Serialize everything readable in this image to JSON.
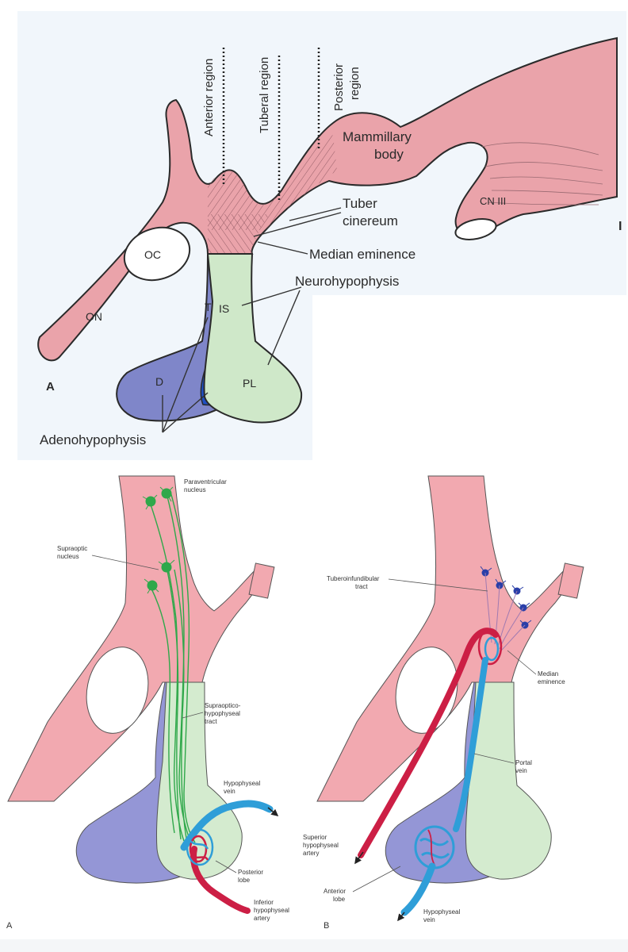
{
  "top_diagram": {
    "regions": {
      "anterior": "Anterior region",
      "tuberal": "Tuberal region",
      "posterior_line1": "Posterior",
      "posterior_line2": "region"
    },
    "labels": {
      "mammillary_line1": "Mammillary",
      "mammillary_line2": "body",
      "tuber_line1": "Tuber",
      "tuber_line2": "cinereum",
      "median_eminence": "Median eminence",
      "neurohypophysis": "Neurohypophysis",
      "cn3": "CN III",
      "oc": "OC",
      "on": "ON",
      "t": "T",
      "is": "IS",
      "d": "D",
      "pl": "PL",
      "adenohypophysis": "Adenohypophysis",
      "panel": "A",
      "edge": "I"
    }
  },
  "bottom_left_diagram": {
    "labels": {
      "paraventricular_line1": "Paraventricular",
      "paraventricular_line2": "nucleus",
      "supraoptic_line1": "Supraoptic",
      "supraoptic_line2": "nucleus",
      "tract_line1": "Supraoptico-",
      "tract_line2": "hypophyseal",
      "tract_line3": "tract",
      "vein_line1": "Hypophyseal",
      "vein_line2": "vein",
      "post_line1": "Posterior",
      "post_line2": "lobe",
      "inf_line1": "Inferior",
      "inf_line2": "hypophyseal",
      "inf_line3": "artery",
      "panel": "A"
    }
  },
  "bottom_right_diagram": {
    "labels": {
      "tubero_line1": "Tuberoinfundibular",
      "tubero_line2": "tract",
      "median_line1": "Median",
      "median_line2": "eminence",
      "portal_line1": "Portal",
      "portal_line2": "vein",
      "sup_line1": "Superior",
      "sup_line2": "hypophyseal",
      "sup_line3": "artery",
      "ant_line1": "Anterior",
      "ant_line2": "lobe",
      "hv_line1": "Hypophyseal",
      "hv_line2": "vein",
      "panel": "B"
    }
  },
  "colors": {
    "hypothalamus": "#eaa3aa",
    "adenohypophysis": "#7f86c9",
    "neurohypophysis": "#cfe8c9",
    "intermediate": "#1f4fc4",
    "artery": "#cc1f45",
    "vein": "#2f9ed8",
    "neurons_green": "#2fa84a",
    "neurons_blue": "#2a3fa8"
  }
}
